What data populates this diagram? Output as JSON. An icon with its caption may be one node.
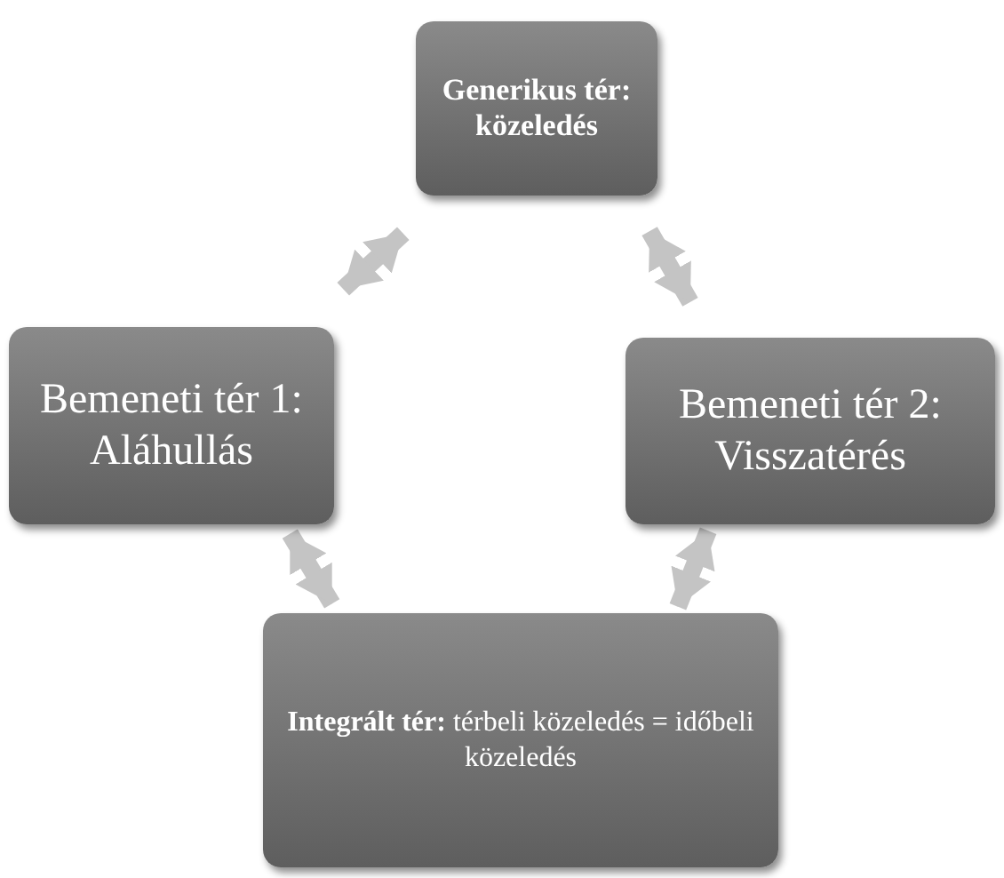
{
  "diagram": {
    "nodes": [
      {
        "text": [
          "Generikus tér: közeledés"
        ]
      },
      {
        "text": [
          "Bemeneti tér 1: Aláhullás"
        ]
      },
      {
        "text": [
          "Bemeneti tér 2: Visszatérés"
        ]
      },
      {
        "text": [
          "**Integrált tér:** térbeli közeledés = időbeli közeledés"
        ]
      }
    ],
    "edges": [
      {
        "from": 0,
        "to": 1,
        "arrow": "both"
      },
      {
        "from": 0,
        "to": 2,
        "arrow": "both"
      },
      {
        "from": 1,
        "to": 3,
        "arrow": "both"
      },
      {
        "from": 2,
        "to": 3,
        "arrow": "both"
      }
    ]
  }
}
